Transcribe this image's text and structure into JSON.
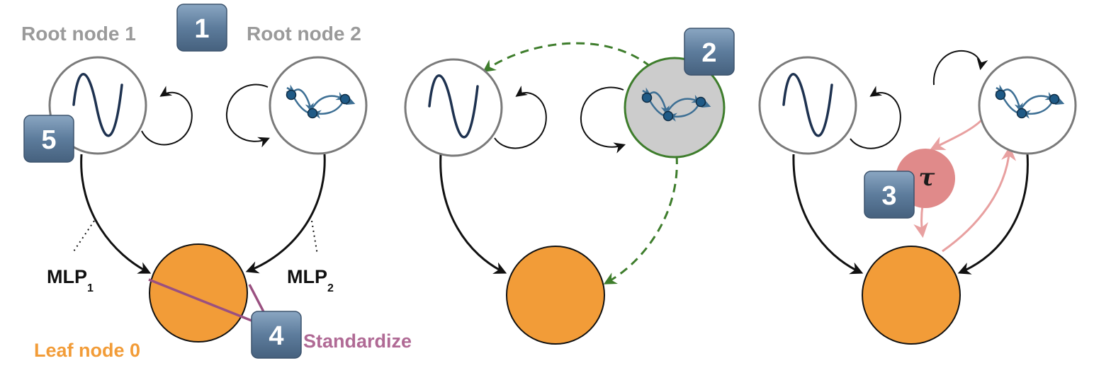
{
  "labels": {
    "root_node_1": "Root node 1",
    "root_node_2": "Root node 2",
    "leaf_node_0": "Leaf node 0",
    "standardize": "Standardize",
    "mlp_1": "MLP",
    "mlp_1_sub": "1",
    "mlp_2": "MLP",
    "mlp_2_sub": "2",
    "tau": "τ"
  },
  "badges": [
    "1",
    "2",
    "3",
    "4",
    "5"
  ],
  "colors": {
    "leaf_fill": "#f29c38",
    "root_stroke": "#7a7a7a",
    "intervened_fill": "#cccccc",
    "intervention_green": "#3e7d2c",
    "tau_fill": "#e08a8a",
    "tau_arrow": "#e8a0a0",
    "standardize_line": "#9a5080",
    "badge_fill": "#5d7c9c",
    "sine_stroke": "#1e3250",
    "network_color": "#3d6f94"
  },
  "icons": [
    "sine-wave-icon",
    "dynamical-network-icon",
    "self-loop-arrow-icon"
  ]
}
